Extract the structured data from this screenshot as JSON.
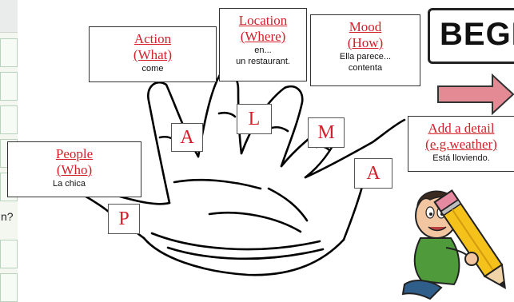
{
  "sheet": {
    "question_mark": "n?"
  },
  "boxes": {
    "action": {
      "title1": "Action",
      "title2": "(What)",
      "example": "come"
    },
    "location": {
      "title1": "Location",
      "title2": "(Where)",
      "example1": "en...",
      "example2": "un restaurant."
    },
    "mood": {
      "title1": "Mood",
      "title2": "(How)",
      "example1": "Ella parece...",
      "example2": "contenta"
    },
    "people": {
      "title1": "People",
      "title2": "(Who)",
      "example": "La chica"
    },
    "detail": {
      "title1": "Add a detail",
      "title2": "(e.g.weather)",
      "example": "Está lloviendo."
    }
  },
  "letters": {
    "p": "P",
    "a1": "A",
    "l": "L",
    "m": "M",
    "a2": "A"
  },
  "begin_sign": "BEGIN",
  "colors": {
    "accent": "#d3202a",
    "arrow": "#e48a94"
  }
}
